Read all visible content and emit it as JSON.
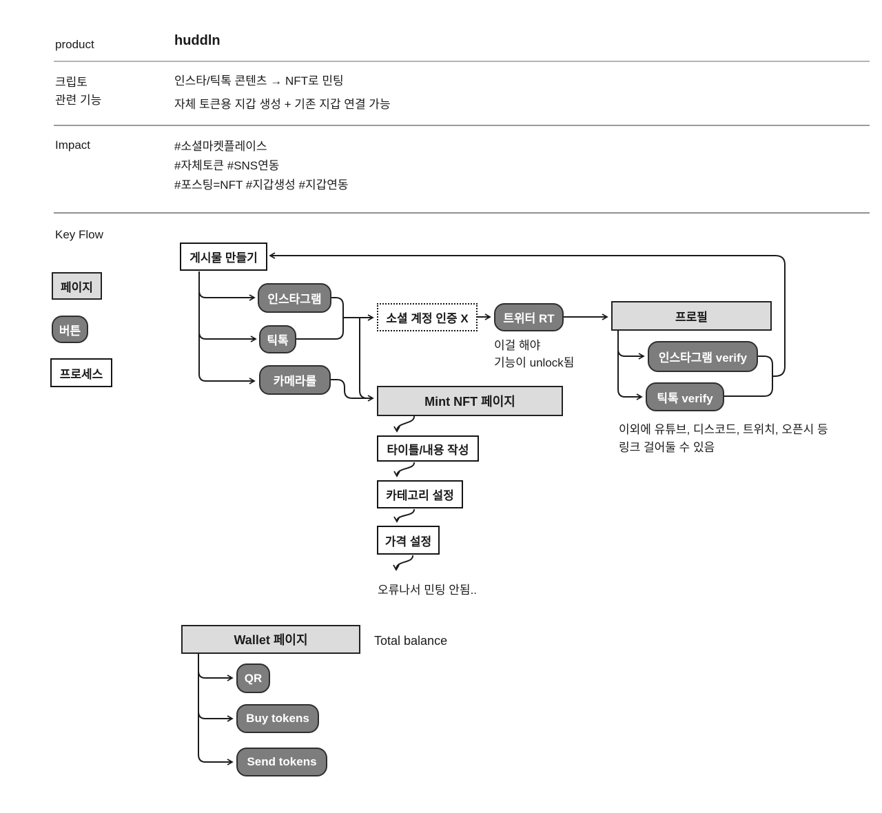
{
  "info_table": {
    "product_row": {
      "label": "product",
      "value": "huddln"
    },
    "crypto_row": {
      "label_line1": "크립토",
      "label_line2": "관련 기능",
      "line1": "인스타/틱톡 콘텐츠 → NFT로 민팅",
      "line2": "자체 토큰용 지갑 생성 + 기존 지갑 연결 가능"
    },
    "impact_row": {
      "label": "Impact",
      "tag_line1": "#소셜마켓플레이스",
      "tag_line2": "#자체토큰 #SNS연동",
      "tag_line3": "#포스팅=NFT #지갑생성 #지갑연동"
    }
  },
  "key_flow": {
    "section_label": "Key Flow",
    "legend": {
      "page": "페이지",
      "button": "버튼",
      "process": "프로세스"
    },
    "nodes": {
      "post_create": "게시물 만들기",
      "instagram": "인스타그램",
      "tiktok": "틱톡",
      "camera_roll": "카메라롤",
      "social_auth": "소셜 계정 인증 X",
      "twitter_rt": "트위터 RT",
      "profile": "프로필",
      "instagram_verify": "인스타그램 verify",
      "tiktok_verify": "틱톡 verify",
      "mint_page": "Mint NFT 페이지",
      "title_step": "타이틀/내용 작성",
      "category_step": "카테고리 설정",
      "price_step": "가격 설정",
      "wallet_page": "Wallet 페이지",
      "qr": "QR",
      "buy_tokens": "Buy tokens",
      "send_tokens": "Send tokens"
    },
    "notes": {
      "unlock_line1": "이걸 해야",
      "unlock_line2": "기능이 unlock됨",
      "links_line1": "이외에 유튜브, 디스코드, 트위치, 오픈시 등",
      "links_line2": "링크 걸어둘 수 있음",
      "mint_error": "오류나서 민팅 안됨..",
      "total_balance": "Total balance"
    },
    "colors": {
      "button_fill": "#7d7d7d",
      "page_fill": "#dcdcdc",
      "line": "#1a1a1a"
    }
  }
}
